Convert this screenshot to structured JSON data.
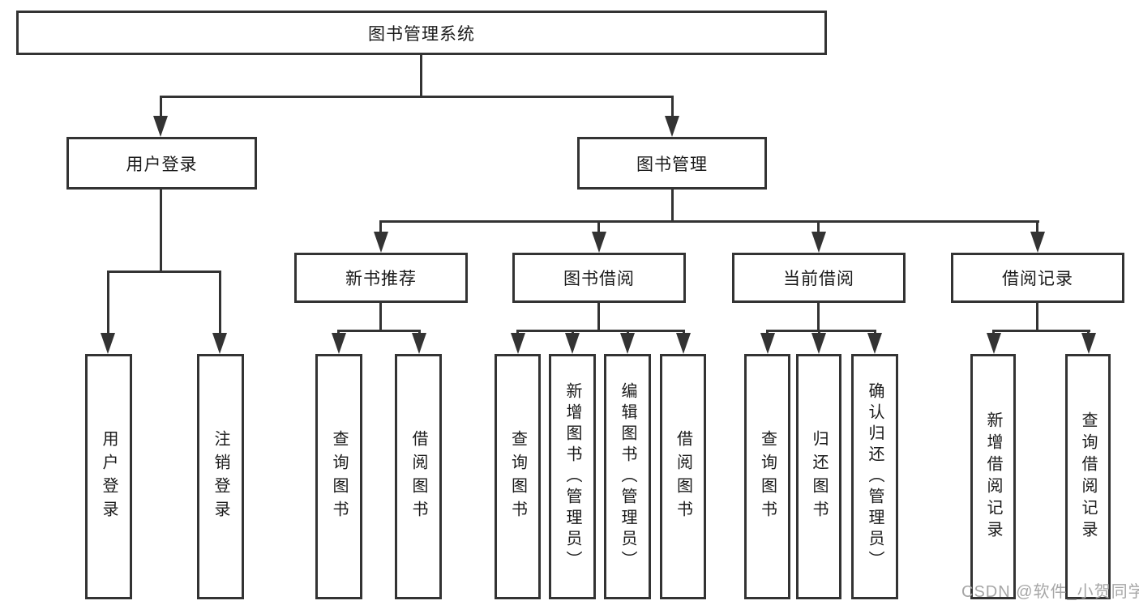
{
  "diagram": {
    "root": {
      "label": "图书管理系统"
    },
    "level2": [
      {
        "label": "用户登录"
      },
      {
        "label": "图书管理"
      }
    ],
    "level3": [
      {
        "label": "新书推荐"
      },
      {
        "label": "图书借阅"
      },
      {
        "label": "当前借阅"
      },
      {
        "label": "借阅记录"
      }
    ],
    "leaves": [
      {
        "label": "用户登录"
      },
      {
        "label": "注销登录"
      },
      {
        "label": "查询图书"
      },
      {
        "label": "借阅图书"
      },
      {
        "label": "查询图书"
      },
      {
        "label": "新增图书（管理员）"
      },
      {
        "label": "编辑图书（管理员）"
      },
      {
        "label": "借阅图书"
      },
      {
        "label": "查询图书"
      },
      {
        "label": "归还图书"
      },
      {
        "label": "确认归还（管理员）"
      },
      {
        "label": "新增借阅记录"
      },
      {
        "label": "查询借阅记录"
      }
    ]
  },
  "watermark": {
    "text": "CSDN @软件_小贺同学"
  },
  "colors": {
    "line": "#333333",
    "text": "#1a1a1a",
    "watermark": "#a6a6a6",
    "background": "#ffffff"
  }
}
